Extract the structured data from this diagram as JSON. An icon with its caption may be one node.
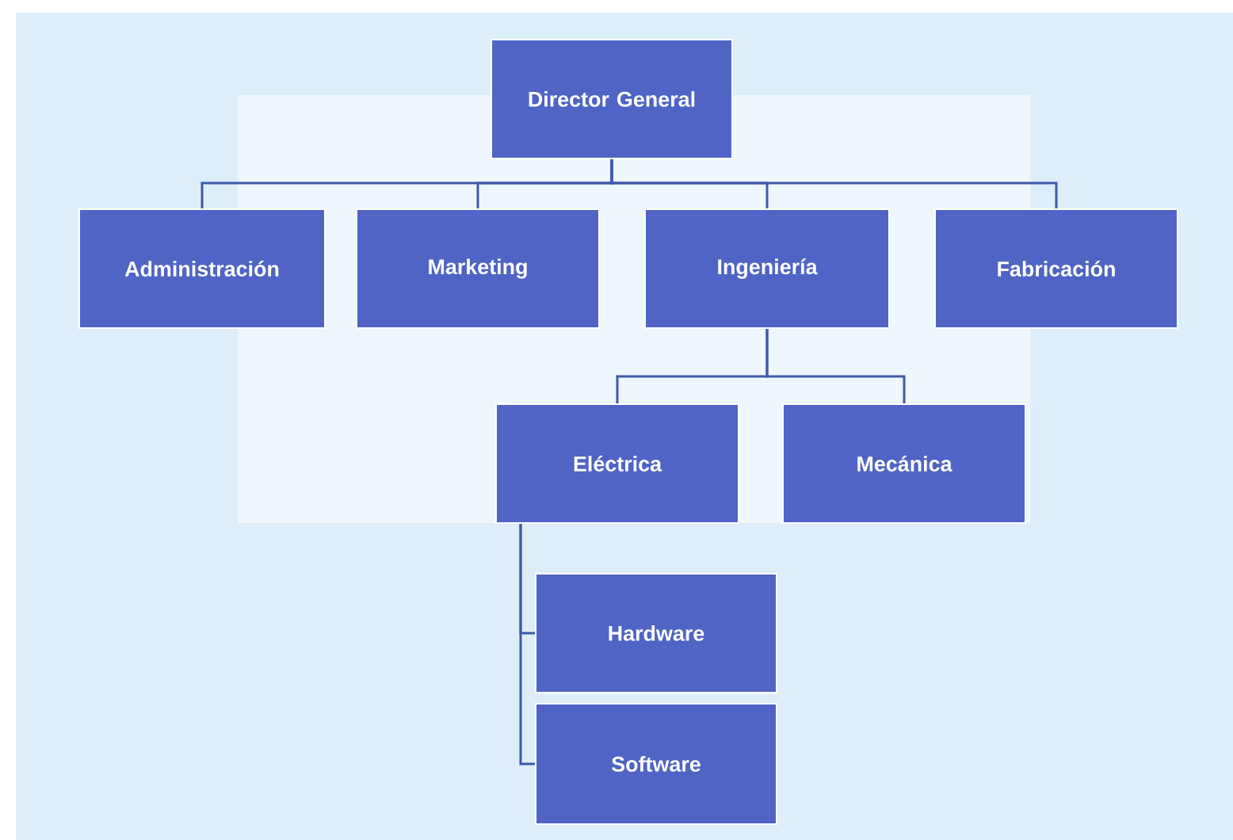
{
  "diagram": {
    "nodes": [
      {
        "text": [
          "Director General"
        ]
      },
      {
        "text": [
          "Administración"
        ]
      },
      {
        "text": [
          "Marketing"
        ]
      },
      {
        "text": [
          "Ingeniería"
        ]
      },
      {
        "text": [
          "Fabricación"
        ]
      },
      {
        "text": [
          "Eléctrica"
        ]
      },
      {
        "text": [
          "Mecánica"
        ]
      },
      {
        "text": [
          "Hardware"
        ]
      },
      {
        "text": [
          "Software"
        ]
      }
    ],
    "edges": [
      {
        "from": 0,
        "to": 1,
        "arrow": "none"
      },
      {
        "from": 0,
        "to": 2,
        "arrow": "none"
      },
      {
        "from": 0,
        "to": 3,
        "arrow": "none"
      },
      {
        "from": 0,
        "to": 4,
        "arrow": "none"
      },
      {
        "from": 3,
        "to": 5,
        "arrow": "none"
      },
      {
        "from": 3,
        "to": 6,
        "arrow": "none"
      },
      {
        "from": 5,
        "to": 7,
        "arrow": "none"
      },
      {
        "from": 5,
        "to": 8,
        "arrow": "none"
      }
    ]
  }
}
